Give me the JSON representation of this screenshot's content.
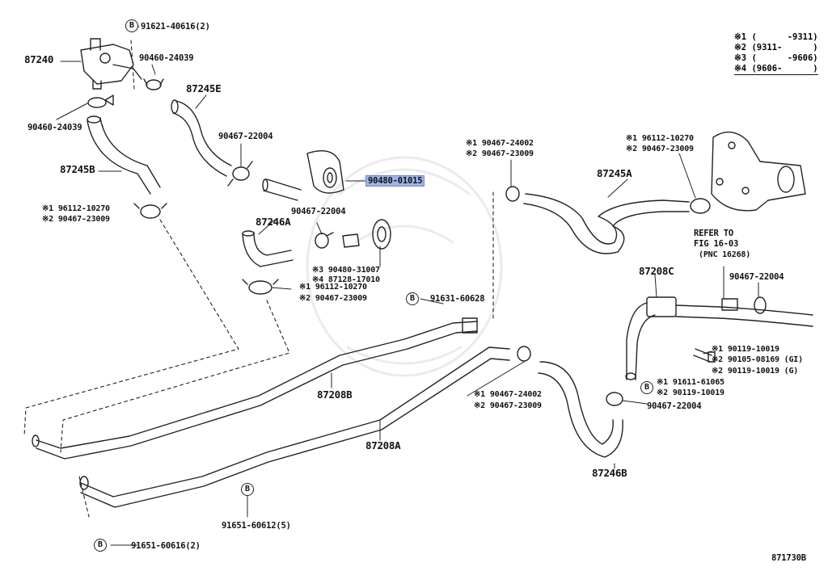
{
  "legend": [
    "※1 (      -9311)",
    "※2 (9311-      )",
    "※3 (      -9606)",
    "※4 (9606-      )"
  ],
  "badge_letter": "B",
  "parts": {
    "p87240": "87240",
    "p90460_a": "90460-24039",
    "p90460_b": "90460-24039",
    "p91621": "91621-40616(2)",
    "p87245E": "87245E",
    "p87245B": "87245B",
    "p90467_22004_a": "90467-22004",
    "p90480_01015": "90480-01015",
    "p96112_a1": "※1 96112-10270",
    "p90467_a2": "※2 90467-23009",
    "p87246A": "87246A",
    "p90467_22004_b": "90467-22004",
    "p90480_31007": "※3 90480-31007",
    "p87128": "※4 87128-17010",
    "p96112_b1": "※1 96112-10270",
    "p90467_b2": "※2 90467-23009",
    "p91631": "91631-60628",
    "p90467_24002_a": "※1 90467-24002",
    "p90467_23009_c": "※2 90467-23009",
    "p87245A": "87245A",
    "p96112_c1": "※1 96112-10270",
    "p90467_c2": "※2 90467-23009",
    "refer1": "REFER TO",
    "refer2": "FIG 16-03",
    "refer3": "(PNC 16268)",
    "p87208C": "87208C",
    "p90467_22004_c": "90467-22004",
    "p90119_a": "※1 90119-10019",
    "p90105": "※2 90105-08169 (GI)",
    "p90119_b": "※2 90119-10019 (G)",
    "p91611": "※1 91611-61065",
    "p90119_c": "※2 90119-10019",
    "p90467_22004_d": "90467-22004",
    "p87208B": "87208B",
    "p90467_24002_b": "※1 90467-24002",
    "p90467_23009_d": "※2 90467-23009",
    "p87208A": "87208A",
    "p87246B": "87246B",
    "p91651_60612": "91651-60612(5)",
    "p91651_60616": "91651-60616(2)",
    "figure_id": "871730B"
  }
}
